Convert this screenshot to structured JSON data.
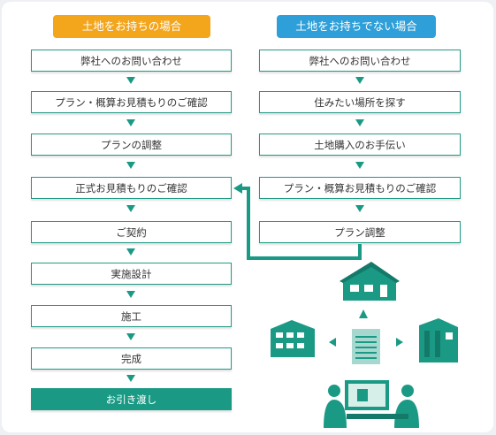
{
  "headers": {
    "owns_land": "土地をお持ちの場合",
    "no_land": "土地をお持ちでない場合"
  },
  "left_steps": [
    "弊社へのお問い合わせ",
    "プラン・概算お見積もりのご確認",
    "プランの調整",
    "正式お見積もりのご確認",
    "ご契約",
    "実施設計",
    "施工",
    "完成",
    "お引き渡し"
  ],
  "right_steps": [
    "弊社へのお問い合わせ",
    "住みたい場所を探す",
    "土地購入のお手伝い",
    "プラン・概算お見積もりのご確認",
    "プラン調整"
  ],
  "colors": {
    "accent": "#1a9a85",
    "header_left": "#f3a51c",
    "header_right": "#2e9fd8"
  },
  "icons": [
    "house-icon",
    "apartment-icon",
    "commercial-building-icon",
    "blueprint-icon",
    "meeting-people-icon"
  ]
}
